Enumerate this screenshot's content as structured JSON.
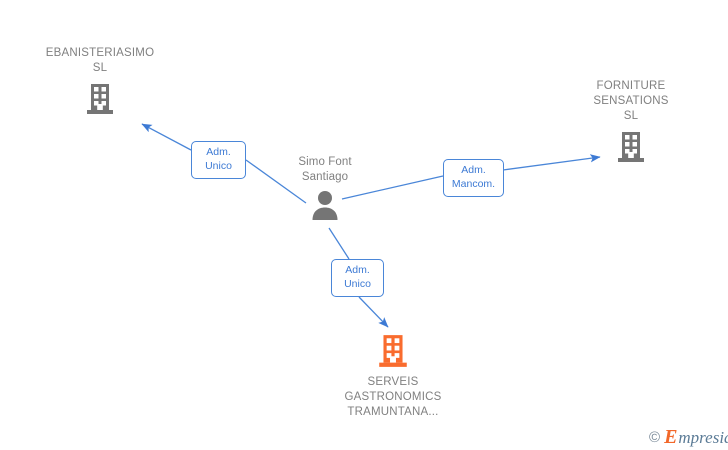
{
  "diagram": {
    "type": "company-relationship-graph",
    "background": "#ffffff",
    "colors": {
      "node_gray": "#757575",
      "node_highlight_orange": "#f96c2e",
      "label_text": "#808080",
      "edge_blue": "#4a86d8",
      "edge_label_text": "#3d7ad4",
      "edge_label_border": "#4a86d8"
    },
    "nodes": [
      {
        "id": "ebanisteriasimo",
        "label": "EBANISTERIASIMO\nSL",
        "icon": "building-icon",
        "color": "#757575",
        "label_position": "above"
      },
      {
        "id": "forniture-sensations",
        "label": "FORNITURE\nSENSATIONS\nSL",
        "icon": "building-icon",
        "color": "#757575",
        "label_position": "above"
      },
      {
        "id": "simo-font-santiago",
        "label": "Simo Font\nSantiago",
        "icon": "person-icon",
        "color": "#757575",
        "label_position": "above"
      },
      {
        "id": "serveis-gastronomics",
        "label": "SERVEIS\nGASTRONOMICS\nTRAMUNTANA...",
        "icon": "building-icon",
        "color": "#f96c2e",
        "label_position": "below"
      }
    ],
    "edges": [
      {
        "id": "edge-to-ebanisteriasimo",
        "from": "simo-font-santiago",
        "to": "ebanisteriasimo",
        "label": "Adm.\nUnico",
        "direction": "up-left"
      },
      {
        "id": "edge-to-forniture",
        "from": "simo-font-santiago",
        "to": "forniture-sensations",
        "label": "Adm.\nMancom.",
        "direction": "right"
      },
      {
        "id": "edge-to-serveis",
        "from": "simo-font-santiago",
        "to": "serveis-gastronomics",
        "label": "Adm.\nUnico",
        "direction": "down-right"
      }
    ]
  },
  "watermark": {
    "copyright_symbol": "©",
    "brand_initial": "E",
    "brand_rest": "mpresia"
  }
}
